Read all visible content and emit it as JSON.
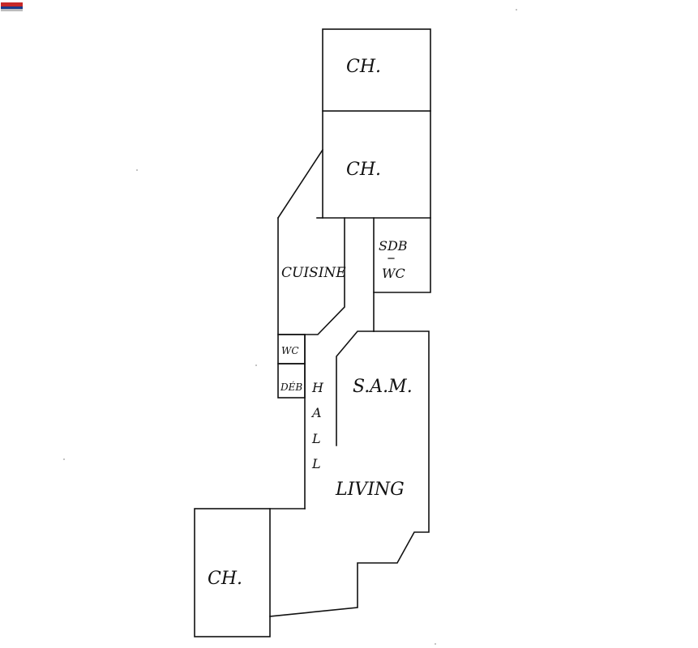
{
  "plan": {
    "rooms": {
      "chambre_top": "CH.",
      "chambre_middle": "CH.",
      "salle_de_bain": "SDB",
      "sdb_wc": "WC",
      "cuisine": "CUISINE",
      "wc": "WC",
      "debarras": "DÉB",
      "hall": [
        "H",
        "A",
        "L",
        "L"
      ],
      "salle_a_manger": "S.A.M.",
      "living": "LIVING",
      "chambre_bottom": "CH."
    }
  },
  "colors": {
    "line": "#111111",
    "background": "#ffffff"
  },
  "icons": {
    "corner_logo": "flag-logo-icon"
  }
}
